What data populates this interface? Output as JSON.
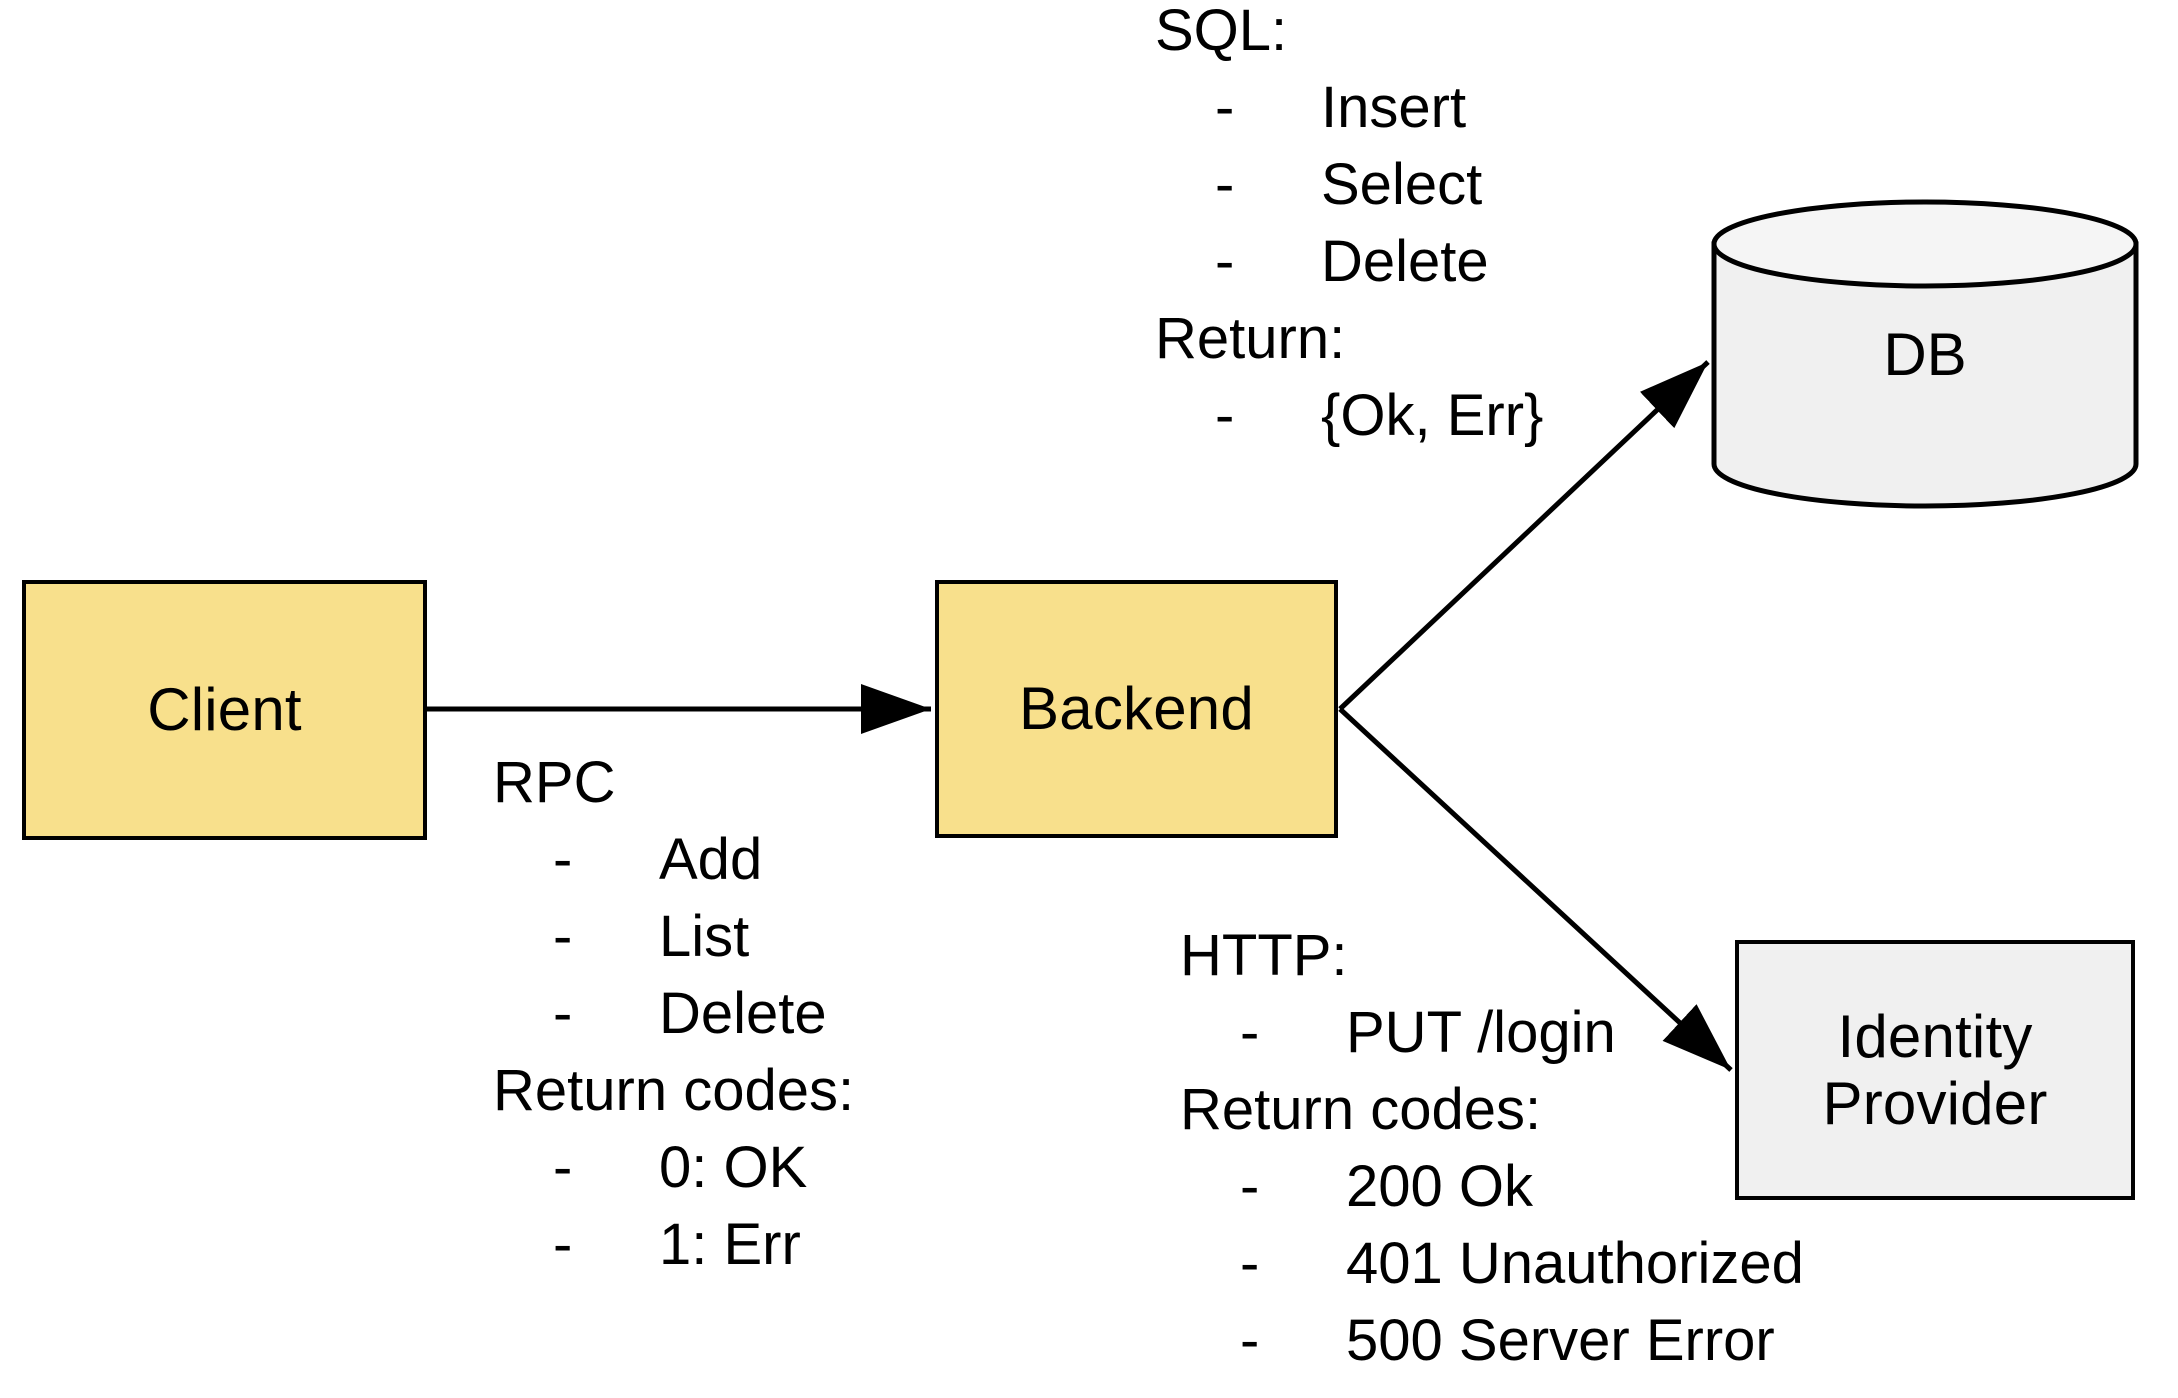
{
  "diagram": {
    "title": "Client / Backend / DB / Identity Provider architecture",
    "colors": {
      "node_fill_primary": "#f8e08c",
      "node_fill_secondary": "#f0f0f0",
      "stroke": "#000000",
      "background": "#ffffff"
    }
  },
  "nodes": {
    "client": {
      "label": "Client",
      "shape": "rectangle",
      "fill": "#f8e08c"
    },
    "backend": {
      "label": "Backend",
      "shape": "rectangle",
      "fill": "#f8e08c"
    },
    "db": {
      "label": "DB",
      "shape": "cylinder",
      "fill": "#f0f0f0"
    },
    "idp": {
      "label": "Identity\nProvider",
      "shape": "rectangle",
      "fill": "#f0f0f0"
    }
  },
  "edges": [
    {
      "id": "client-to-backend",
      "from": "client",
      "to": "backend",
      "style": "straight-arrow",
      "annotation": "rpc"
    },
    {
      "id": "backend-to-db",
      "from": "backend",
      "to": "db",
      "style": "diagonal-arrow-up",
      "annotation": "sql"
    },
    {
      "id": "backend-to-idp",
      "from": "backend",
      "to": "idp",
      "style": "diagonal-arrow-down",
      "annotation": "http"
    }
  ],
  "annotations": {
    "sql": {
      "heading": "SQL:",
      "items": [
        "Insert",
        "Select",
        "Delete"
      ],
      "return_heading": "Return:",
      "return_items": [
        "{Ok, Err}"
      ],
      "bullet": "-"
    },
    "rpc": {
      "heading": "RPC",
      "items": [
        "Add",
        "List",
        "Delete"
      ],
      "return_heading": "Return codes:",
      "return_items": [
        "0: OK",
        "1: Err"
      ],
      "bullet": "-"
    },
    "http": {
      "heading": "HTTP:",
      "items": [
        "PUT /login"
      ],
      "return_heading": "Return codes:",
      "return_items": [
        "200 Ok",
        "401 Unauthorized",
        "500 Server Error"
      ],
      "bullet": "-"
    }
  }
}
